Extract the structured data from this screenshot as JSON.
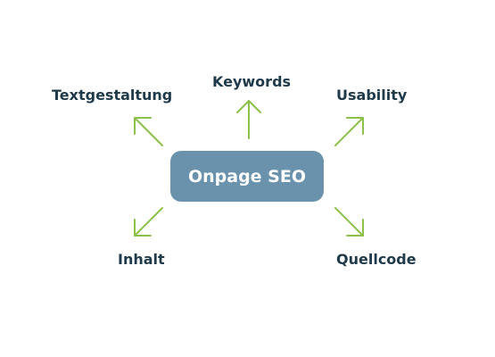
{
  "diagram": {
    "center": {
      "label": "Onpage SEO"
    },
    "nodes": {
      "textgestaltung": "Textgestaltung",
      "keywords": "Keywords",
      "usability": "Usability",
      "inhalt": "Inhalt",
      "quellcode": "Quellcode"
    },
    "colors": {
      "center_fill": "#6a92ac",
      "center_text": "#ffffff",
      "label_text": "#1f3a4a",
      "arrow": "#8cc04a"
    }
  }
}
